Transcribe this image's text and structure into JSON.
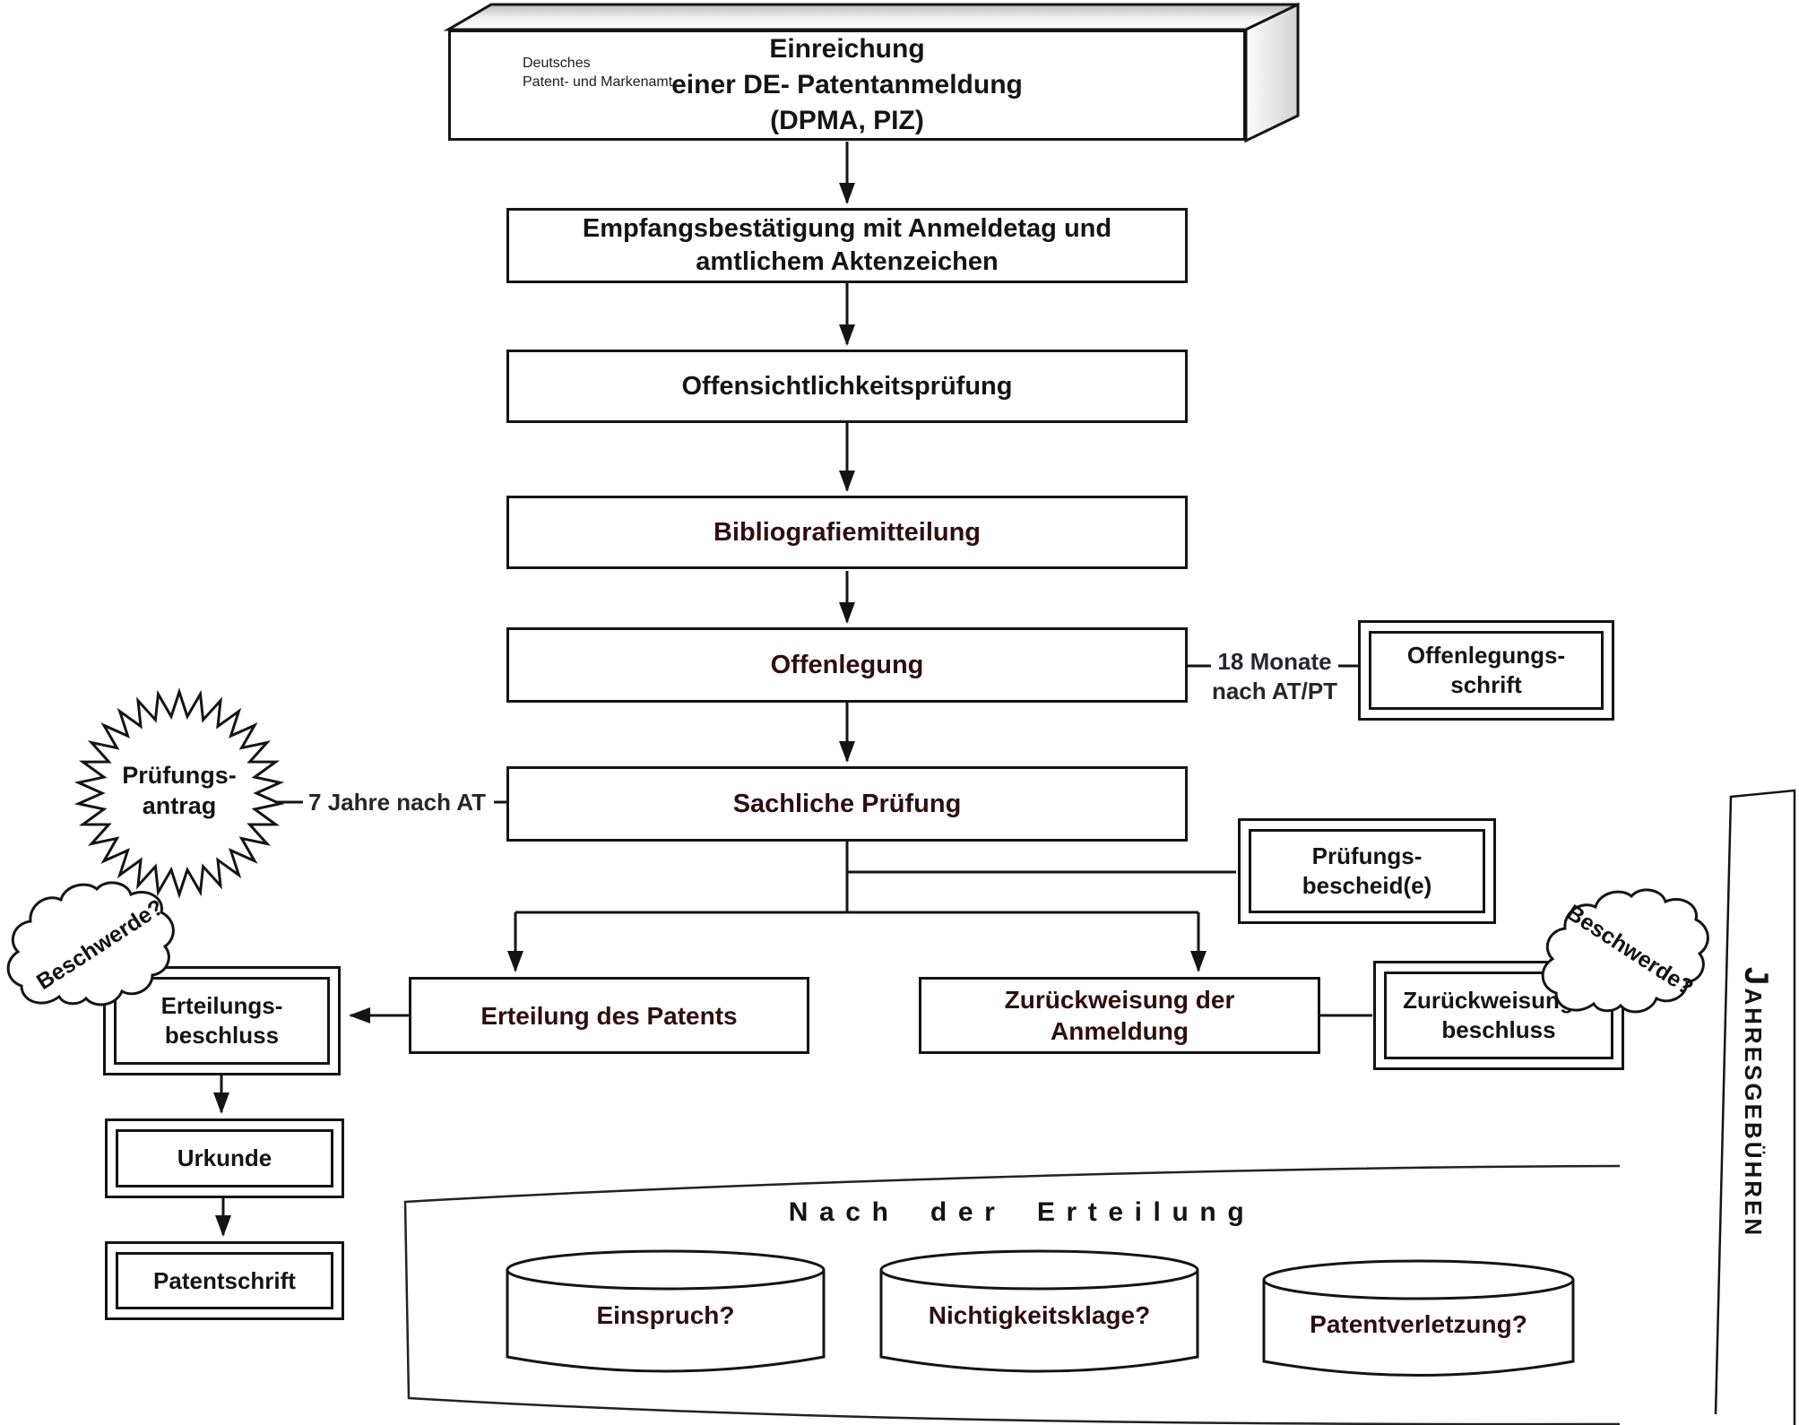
{
  "colors": {
    "maroon": "#2e0e0f",
    "ink": "#141414",
    "note_text": "#26262e",
    "flag_black": "#000000",
    "flag_red": "#e3000f",
    "flag_gold": "#ffcc00"
  },
  "header": {
    "title_lines": [
      "Einreichung",
      "einer DE- Patentanmeldung",
      "(DPMA, PIZ)"
    ],
    "logo": {
      "org_lines": [
        "Deutsches",
        "Patent- und Markenamt"
      ]
    }
  },
  "flow": {
    "receipt_lines": [
      "Empfangsbestätigung mit Anmeldetag und",
      "amtlichem Aktenzeichen"
    ],
    "obviousness": "Offensichtlichkeitsprüfung",
    "bibliography": "Bibliografiemitteilung",
    "publication": "Offenlegung",
    "examination": "Sachliche Prüfung"
  },
  "publication_branch": {
    "note_lines": [
      "18 Monate",
      "nach AT/PT"
    ],
    "doc_lines": [
      "Offenlegungs-",
      "schrift"
    ]
  },
  "examination_branch": {
    "star_lines": [
      "Prüfungs-",
      "antrag"
    ],
    "note": "7 Jahre nach AT",
    "notice_lines": [
      "Prüfungs-",
      "bescheid(e)"
    ]
  },
  "decision": {
    "grant": "Erteilung des Patents",
    "rejection_lines": [
      "Zurückweisung der",
      "Anmeldung"
    ],
    "grant_decree_lines": [
      "Erteilungs-",
      "beschluss"
    ],
    "rejection_decree_lines": [
      "Zurückweisungs-",
      "beschluss"
    ],
    "appeal_left": "Beschwerde?",
    "appeal_right": "Beschwerde?",
    "certificate": "Urkunde",
    "patent_document": "Patentschrift"
  },
  "post_grant": {
    "title": "Nach der Erteilung",
    "cylinders": [
      "Einspruch?",
      "Nichtigkeitsklage?",
      "Patentverletzung?"
    ]
  },
  "fees_label": "Jahresgebühren"
}
